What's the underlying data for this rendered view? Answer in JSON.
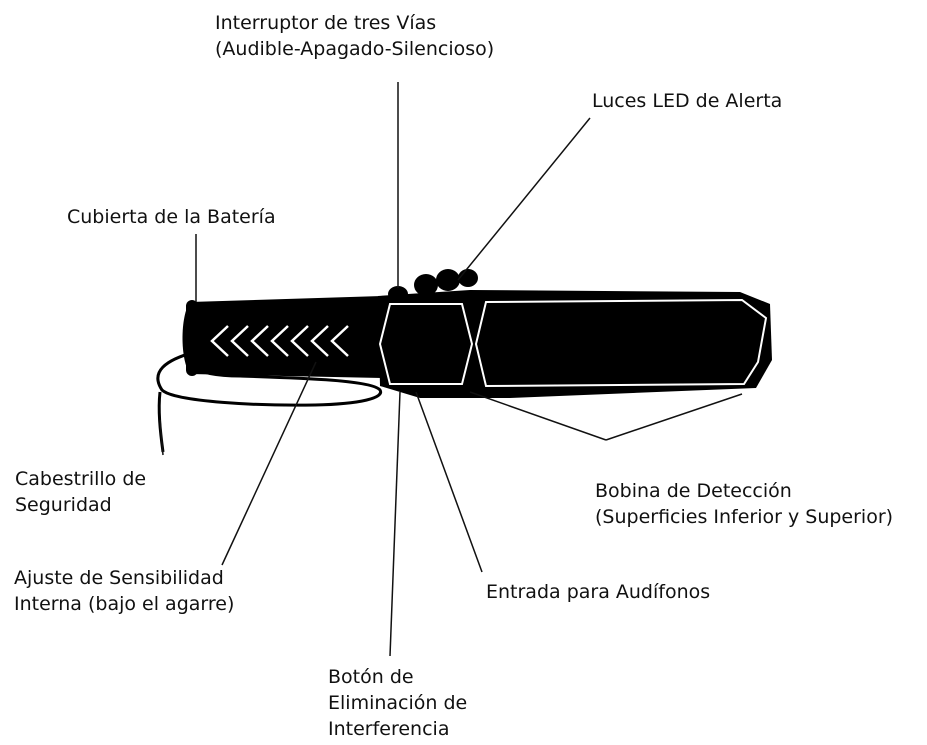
{
  "labels": {
    "three_way_switch": [
      "Interruptor de tres Vías",
      "(Audible-Apagado-Silencioso)"
    ],
    "led_lights": [
      "Luces LED de Alerta"
    ],
    "battery_cover": [
      "Cubierta de la Batería"
    ],
    "safety_strap": [
      "Cabestrillo de",
      "Seguridad"
    ],
    "detection_coil": [
      "Bobina de Detección",
      "(Superficies Inferior y Superior)"
    ],
    "sensitivity_adjust": [
      "Ajuste de Sensibilidad",
      "Interna (bajo el agarre)"
    ],
    "headphone_jack": [
      "Entrada para Audífonos"
    ],
    "interference_button": [
      "Botón de",
      "Eliminación de",
      "Interferencia"
    ]
  },
  "colors": {
    "device": "#000000",
    "outline": "#ffffff",
    "text": "#111111",
    "leader_line": "#111111"
  }
}
